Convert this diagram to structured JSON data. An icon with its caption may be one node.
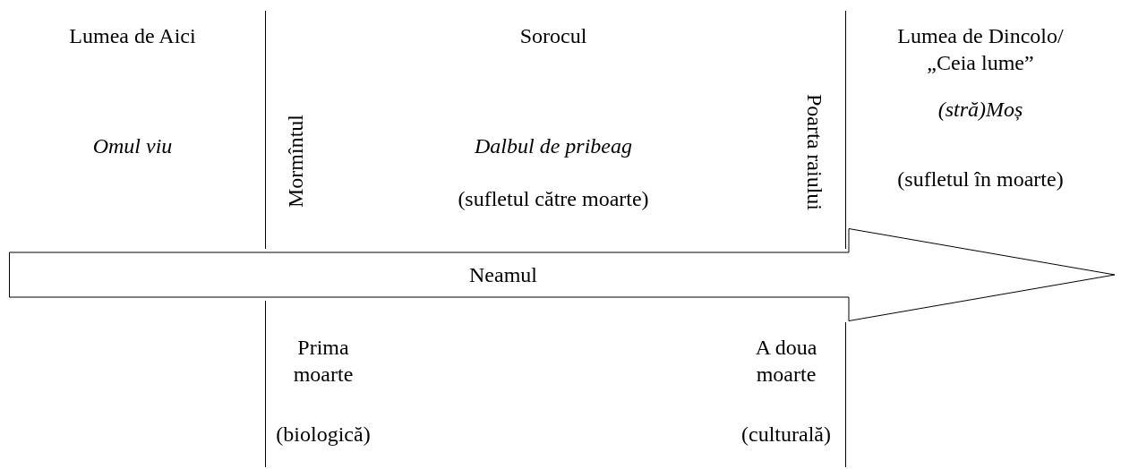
{
  "diagram": {
    "nodes": [
      {
        "text": [
          "Neamul"
        ]
      }
    ],
    "labels": [
      "Lumea de Aici",
      "Sorocul",
      "Lumea de Dincolo/ „Ceia lume”",
      "Omul viu",
      "Mormîntul",
      "Poarta raiului",
      "(stră)Moș",
      "Dalbul de pribeag",
      "(sufletul către moarte)",
      "(sufletul în moarte)",
      "Prima moarte",
      "A doua moarte",
      "(biologică)",
      "(culturală)"
    ]
  }
}
